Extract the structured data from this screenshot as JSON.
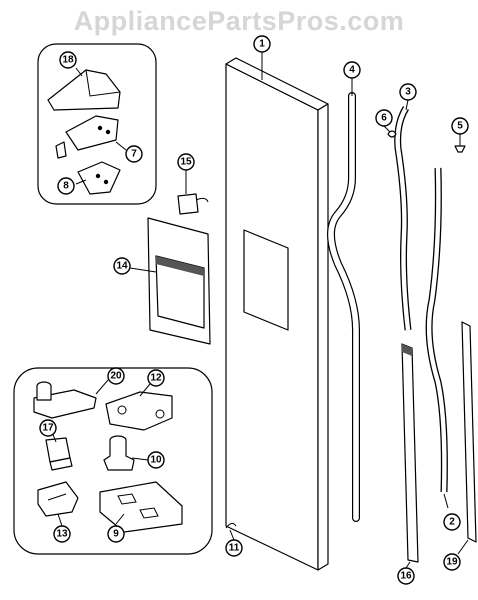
{
  "watermark": "AppliancePartsPros.com",
  "callouts": [
    {
      "id": "c1",
      "label": "1"
    },
    {
      "id": "c2",
      "label": "2"
    },
    {
      "id": "c3",
      "label": "3"
    },
    {
      "id": "c4",
      "label": "4"
    },
    {
      "id": "c5",
      "label": "5"
    },
    {
      "id": "c6",
      "label": "6"
    },
    {
      "id": "c7",
      "label": "7"
    },
    {
      "id": "c8",
      "label": "8"
    },
    {
      "id": "c9",
      "label": "9"
    },
    {
      "id": "c10",
      "label": "10"
    },
    {
      "id": "c11",
      "label": "11"
    },
    {
      "id": "c12",
      "label": "12"
    },
    {
      "id": "c13",
      "label": "13"
    },
    {
      "id": "c14",
      "label": "14"
    },
    {
      "id": "c15",
      "label": "15"
    },
    {
      "id": "c16",
      "label": "16"
    },
    {
      "id": "c17",
      "label": "17"
    },
    {
      "id": "c18",
      "label": "18"
    },
    {
      "id": "c19",
      "label": "19"
    },
    {
      "id": "c20",
      "label": "20"
    }
  ]
}
